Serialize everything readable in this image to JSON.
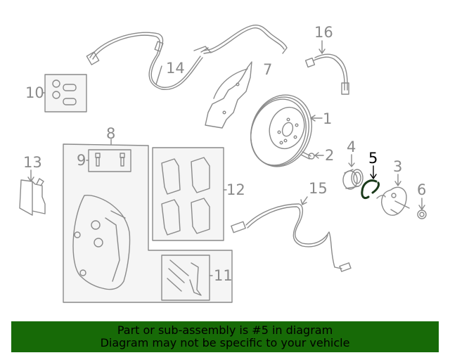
{
  "diagram": {
    "highlighted_part": "5",
    "colors": {
      "line": "#8a8a8a",
      "box_fill": "#f5f5f5",
      "highlight": "#000000",
      "highlight_part": "#1a3a1a",
      "banner_bg": "#176a07"
    },
    "callouts": [
      {
        "id": "1",
        "label": "1"
      },
      {
        "id": "2",
        "label": "2"
      },
      {
        "id": "3",
        "label": "3"
      },
      {
        "id": "4",
        "label": "4"
      },
      {
        "id": "5",
        "label": "5"
      },
      {
        "id": "6",
        "label": "6"
      },
      {
        "id": "7",
        "label": "7"
      },
      {
        "id": "8",
        "label": "8"
      },
      {
        "id": "9",
        "label": "9"
      },
      {
        "id": "10",
        "label": "10"
      },
      {
        "id": "11",
        "label": "11"
      },
      {
        "id": "12",
        "label": "12"
      },
      {
        "id": "13",
        "label": "13"
      },
      {
        "id": "14",
        "label": "14"
      },
      {
        "id": "15",
        "label": "15"
      },
      {
        "id": "16",
        "label": "16"
      }
    ]
  },
  "banner": {
    "line1": "Part or sub-assembly is #5 in diagram",
    "line2": "Diagram may not be specific to your vehicle"
  }
}
